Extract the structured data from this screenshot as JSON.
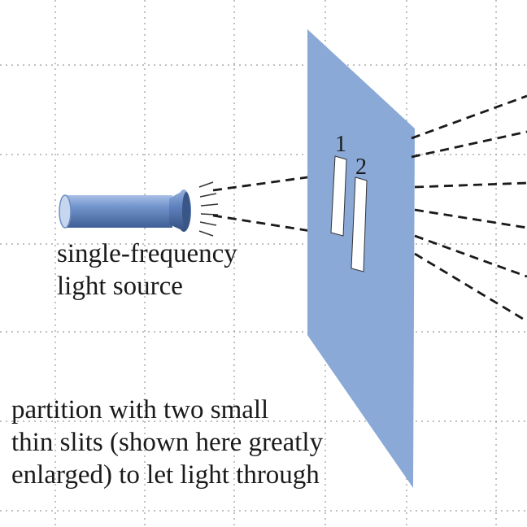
{
  "source_caption": {
    "line1": "single-frequency",
    "line2": "light source"
  },
  "partition_caption": {
    "line1": "partition with two small",
    "line2": "thin slits (shown here greatly",
    "line3": "enlarged) to let light through"
  },
  "slits": [
    {
      "label": "1"
    },
    {
      "label": "2"
    }
  ],
  "colors": {
    "partition": "#8aa9d6",
    "flashlight": "#5a7fb8",
    "grid": "#9a9a9a",
    "rays": "#1a1a1a"
  }
}
